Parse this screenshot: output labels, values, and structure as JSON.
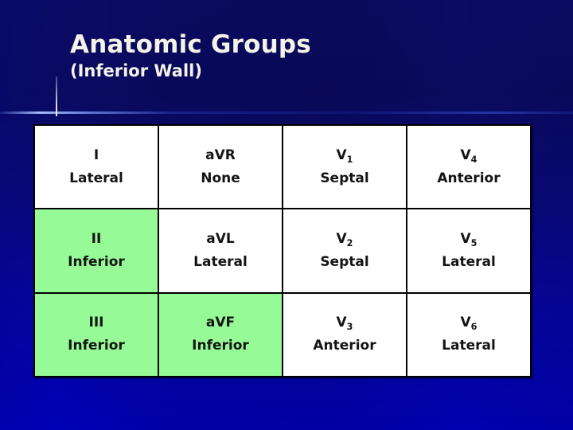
{
  "slide": {
    "title": "Anatomic Groups",
    "subtitle": "(Inferior Wall)",
    "background_top_color": "#0b0b66",
    "background_bottom_color": "#0000b6",
    "title_color": "#f3f3e8",
    "highlight_color": "#96fb96",
    "cell_text_color": "#141414",
    "border_color": "#000000"
  },
  "table": {
    "rows": [
      [
        {
          "lead": "I",
          "sub": "",
          "region": "Lateral",
          "highlighted": false
        },
        {
          "lead": "aVR",
          "sub": "",
          "region": "None",
          "highlighted": false
        },
        {
          "lead": "V",
          "sub": "1",
          "region": "Septal",
          "highlighted": false
        },
        {
          "lead": "V",
          "sub": "4",
          "region": "Anterior",
          "highlighted": false
        }
      ],
      [
        {
          "lead": "II",
          "sub": "",
          "region": "Inferior",
          "highlighted": true
        },
        {
          "lead": "aVL",
          "sub": "",
          "region": "Lateral",
          "highlighted": false
        },
        {
          "lead": "V",
          "sub": "2",
          "region": "Septal",
          "highlighted": false
        },
        {
          "lead": "V",
          "sub": "5",
          "region": "Lateral",
          "highlighted": false
        }
      ],
      [
        {
          "lead": "III",
          "sub": "",
          "region": "Inferior",
          "highlighted": true
        },
        {
          "lead": "aVF",
          "sub": "",
          "region": "Inferior",
          "highlighted": true
        },
        {
          "lead": "V",
          "sub": "3",
          "region": "Anterior",
          "highlighted": false
        },
        {
          "lead": "V",
          "sub": "6",
          "region": "Lateral",
          "highlighted": false
        }
      ]
    ]
  }
}
